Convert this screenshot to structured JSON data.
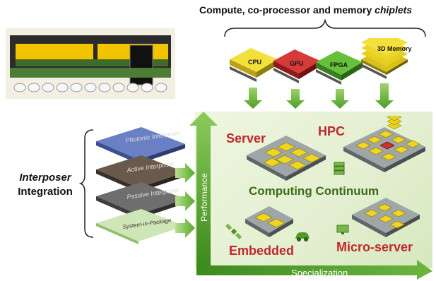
{
  "header": {
    "title_plain": "Compute, co-processor and memory ",
    "title_italic": "chiplets"
  },
  "chiplets": [
    {
      "label": "CPU",
      "color": "#e8d21a"
    },
    {
      "label": "GPU",
      "color": "#c9242b"
    },
    {
      "label": "FPGA",
      "color": "#4fae2a"
    },
    {
      "label": "3D Memory",
      "color": "#e8d21a"
    }
  ],
  "interposer": {
    "label_italic": "Interposer",
    "label_plain": "Integration",
    "layers": [
      {
        "label": "Photonic Interposer"
      },
      {
        "label": "Active Interposer"
      },
      {
        "label": "Passive Interposer"
      },
      {
        "label": "System-in-Package"
      }
    ]
  },
  "continuum": {
    "server": "Server",
    "hpc": "HPC",
    "center": "Computing Continuum",
    "embedded": "Embedded",
    "micro_server": "Micro-server",
    "x_axis": "Specialization",
    "y_axis": "Performance"
  },
  "colors": {
    "accent_green": "#5aa52e",
    "red_label": "#c0272d",
    "chip_yellow": "#e8d21a",
    "panel_bg": "#e6f0d3"
  }
}
